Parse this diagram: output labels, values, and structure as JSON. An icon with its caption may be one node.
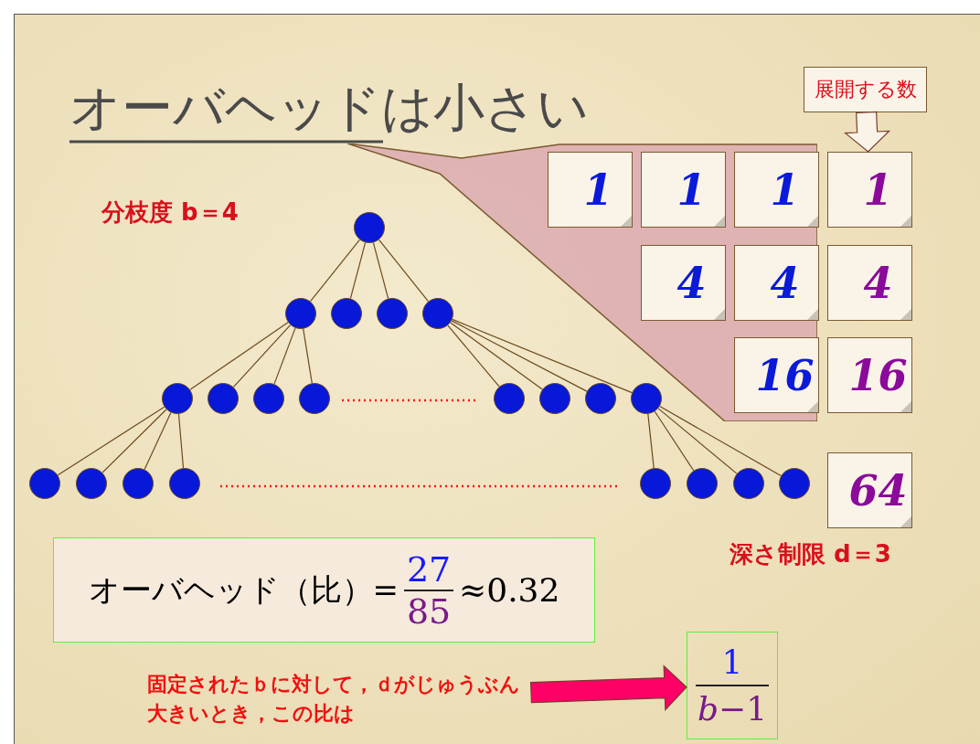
{
  "diagram": {
    "title": "オーバヘッドは小さい",
    "nodes": [
      {
        "text": [
          "展開する数"
        ]
      },
      {
        "text": [],
        "shape": "callout"
      },
      {
        "text": [
          "1"
        ],
        "in": 1
      },
      {
        "text": [
          "1"
        ],
        "in": 1
      },
      {
        "text": [
          "1"
        ],
        "in": 1
      },
      {
        "text": [
          "1"
        ]
      },
      {
        "text": [
          "4"
        ],
        "in": 1
      },
      {
        "text": [
          "4"
        ],
        "in": 1
      },
      {
        "text": [
          "4"
        ]
      },
      {
        "text": [
          "16"
        ],
        "in": 1
      },
      {
        "text": [
          "16"
        ]
      },
      {
        "text": [],
        "shape": "circle"
      },
      {
        "text": [],
        "shape": "circle"
      },
      {
        "text": [],
        "shape": "circle"
      },
      {
        "text": [],
        "shape": "circle"
      },
      {
        "text": [],
        "shape": "circle"
      },
      {
        "text": [],
        "shape": "circle"
      },
      {
        "text": [],
        "shape": "circle"
      },
      {
        "text": [],
        "shape": "circle"
      },
      {
        "text": [],
        "shape": "circle"
      },
      {
        "text": [],
        "shape": "circle"
      },
      {
        "text": [],
        "shape": "circle"
      },
      {
        "text": [],
        "shape": "circle"
      },
      {
        "text": [],
        "shape": "circle"
      },
      {
        "text": [],
        "shape": "circle"
      },
      {
        "text": [],
        "shape": "circle"
      },
      {
        "text": [],
        "shape": "circle"
      },
      {
        "text": [],
        "shape": "circle"
      },
      {
        "text": [],
        "shape": "circle"
      },
      {
        "text": [],
        "shape": "circle"
      },
      {
        "text": [],
        "shape": "circle"
      },
      {
        "text": [],
        "shape": "circle"
      },
      {
        "text": [
          "64"
        ]
      },
      {
        "text": [
          "オーバヘッド（比）=",
          "27",
          "85",
          "≈0.32"
        ]
      },
      {
        "text": [
          "固定されたｂに対して，ｄがじゅうぶん大きいとき，この比は"
        ]
      },
      {
        "text": [
          "1",
          "*b*−1"
        ]
      }
    ],
    "edges": [
      {
        "from": 11,
        "to": 12,
        "arrow": "none"
      },
      {
        "from": 11,
        "to": 13,
        "arrow": "none"
      },
      {
        "from": 11,
        "to": 14,
        "arrow": "none"
      },
      {
        "from": 11,
        "to": 15,
        "arrow": "none"
      },
      {
        "from": 12,
        "to": 16,
        "arrow": "none"
      },
      {
        "from": 12,
        "to": 17,
        "arrow": "none"
      },
      {
        "from": 12,
        "to": 18,
        "arrow": "none"
      },
      {
        "from": 12,
        "to": 19,
        "arrow": "none"
      },
      {
        "from": 15,
        "to": 20,
        "arrow": "none"
      },
      {
        "from": 15,
        "to": 21,
        "arrow": "none"
      },
      {
        "from": 15,
        "to": 22,
        "arrow": "none"
      },
      {
        "from": 15,
        "to": 23,
        "arrow": "none"
      },
      {
        "from": 16,
        "to": 24,
        "arrow": "none"
      },
      {
        "from": 16,
        "to": 25,
        "arrow": "none"
      },
      {
        "from": 16,
        "to": 26,
        "arrow": "none"
      },
      {
        "from": 16,
        "to": 27,
        "arrow": "none"
      },
      {
        "from": 23,
        "to": 28,
        "arrow": "none"
      },
      {
        "from": 23,
        "to": 29,
        "arrow": "none"
      },
      {
        "from": 23,
        "to": 30,
        "arrow": "none"
      },
      {
        "from": 23,
        "to": 31,
        "arrow": "none"
      },
      {
        "from": 0,
        "to": 5,
        "arrow": "to",
        "style": "thick",
        "color": "#faf3e8"
      },
      {
        "from": 34,
        "to": 35,
        "arrow": "to",
        "style": "thick",
        "color": "#ff0066"
      }
    ],
    "labels": [
      "分枝度 b＝4",
      "深さ制限 d＝3"
    ]
  }
}
